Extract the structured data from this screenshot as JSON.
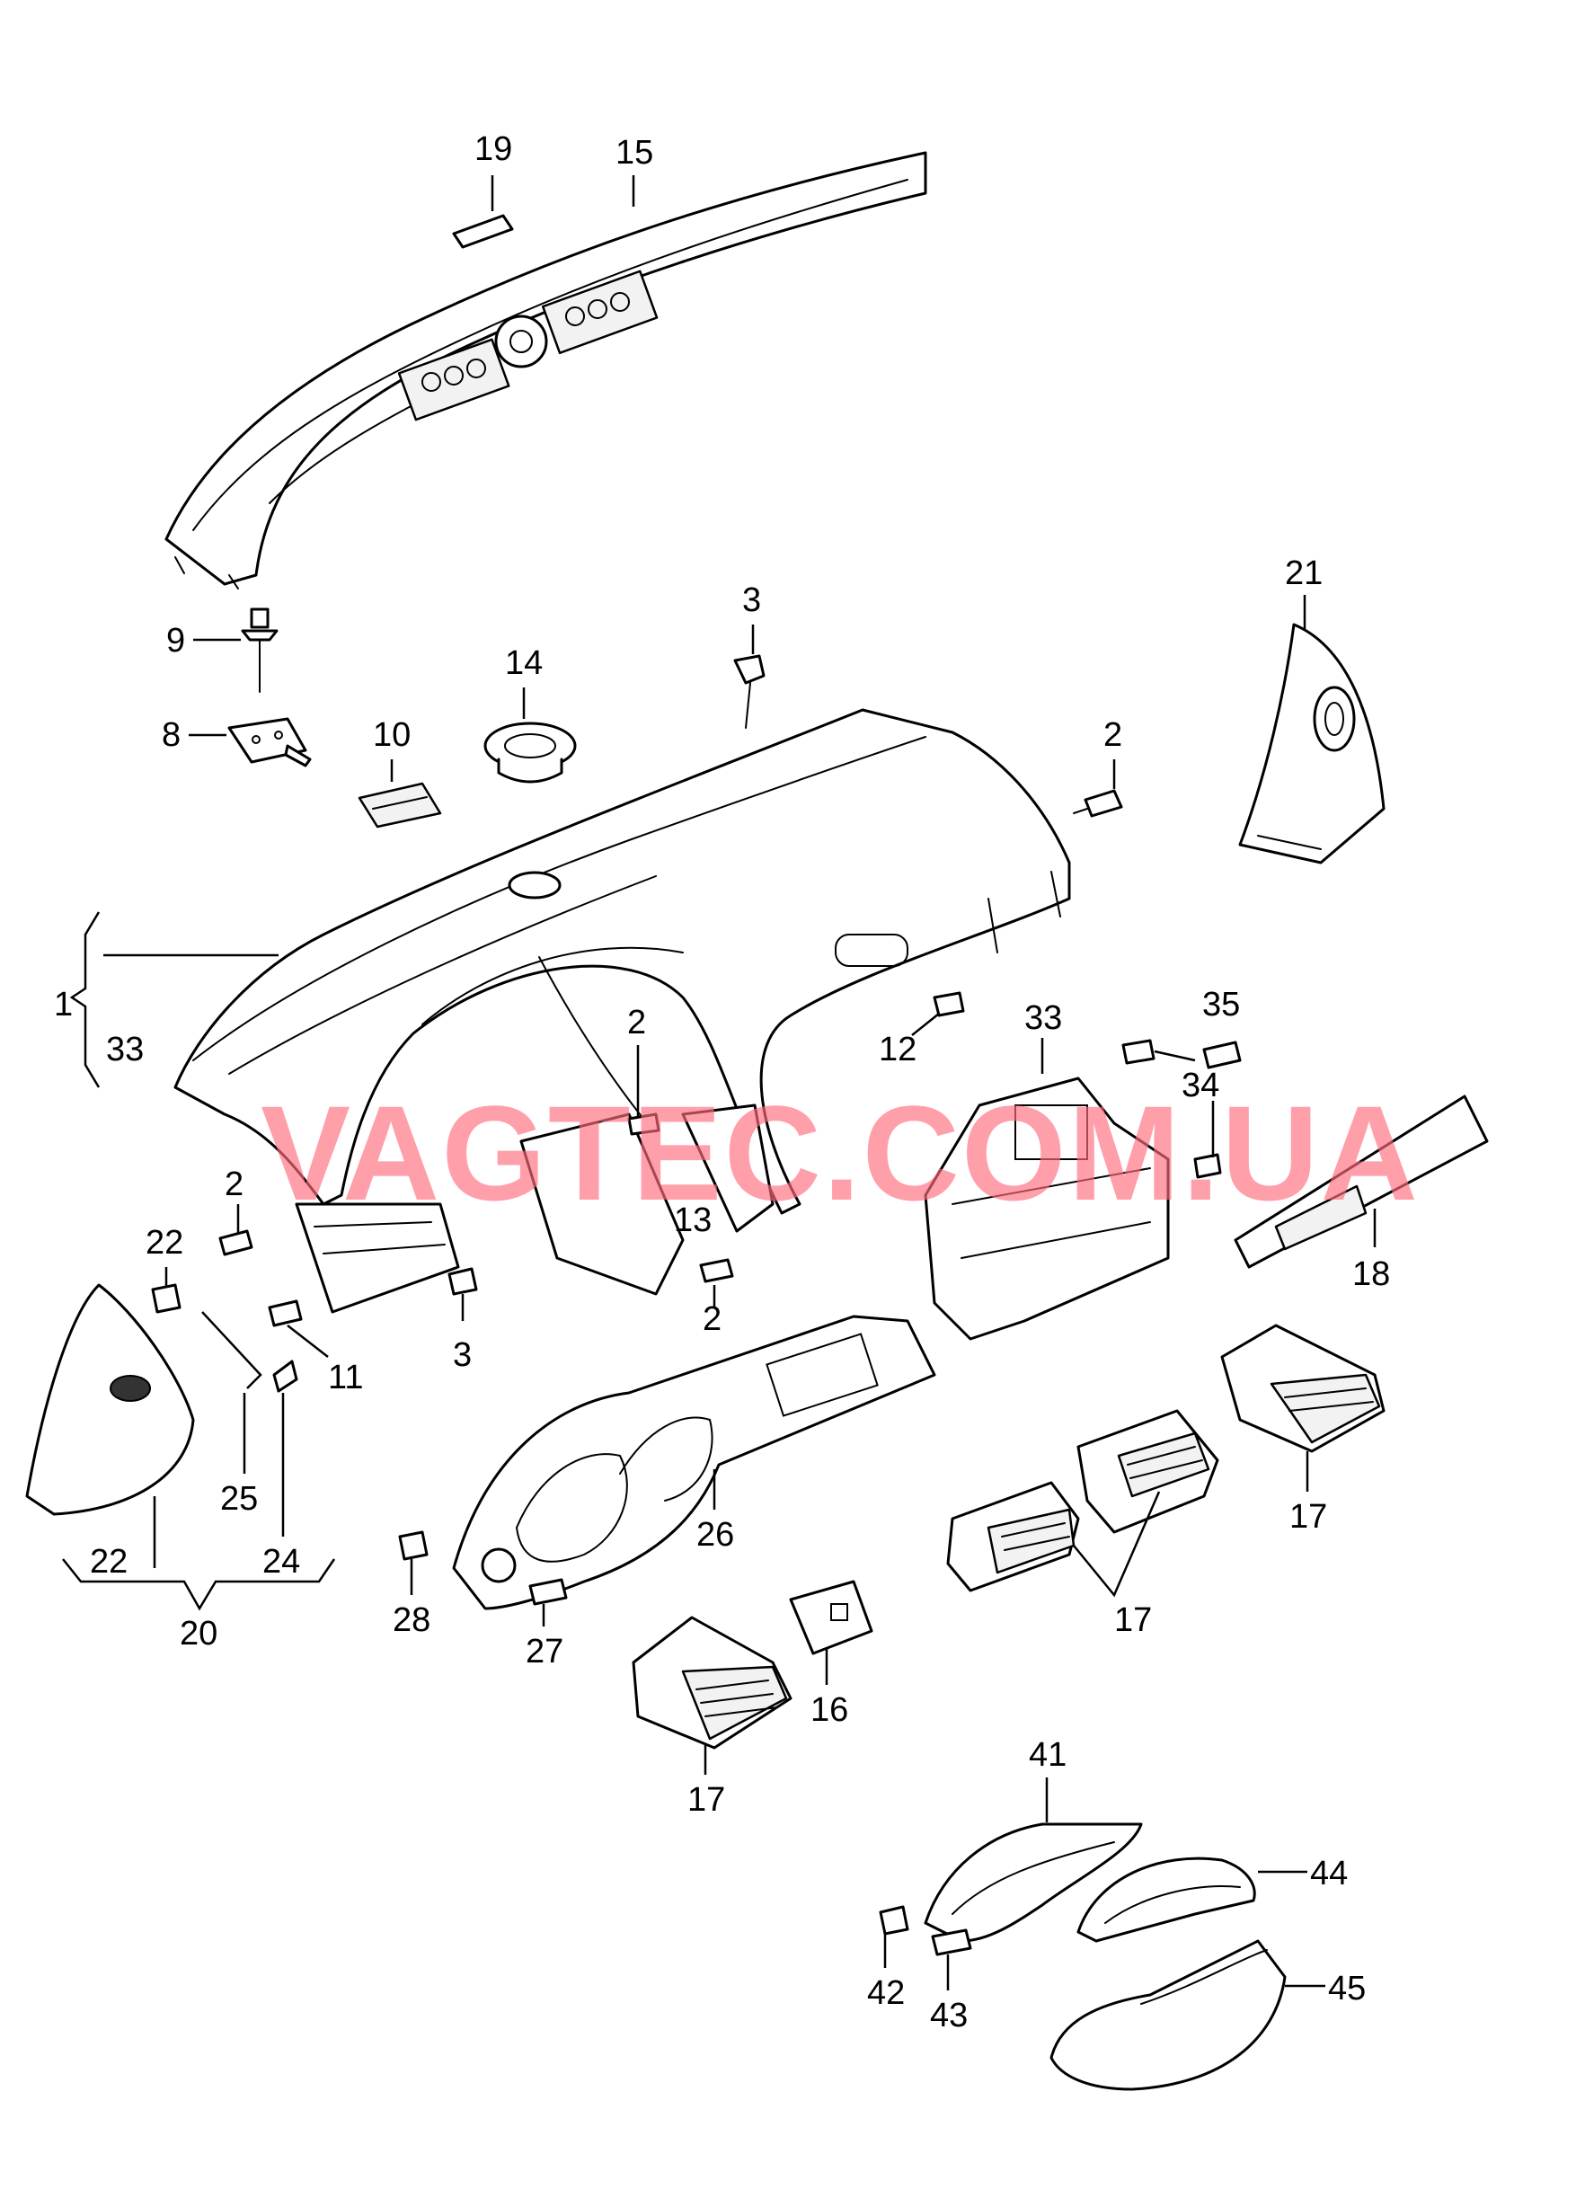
{
  "watermark": "VAGTEC.COM.UA",
  "watermark_color": "#ff6b7d",
  "callouts": {
    "c19": "19",
    "c15": "15",
    "c9": "9",
    "c8": "8",
    "c10": "10",
    "c14": "14",
    "c3a": "3",
    "c3b": "3",
    "c2a": "2",
    "c2b": "2",
    "c2c": "2",
    "c2d": "2",
    "c21": "21",
    "c1": "1",
    "c33a": "33",
    "c33b": "33",
    "c12": "12",
    "c35": "35",
    "c34": "34",
    "c13": "13",
    "c22a": "22",
    "c22b": "22",
    "c11": "11",
    "c25": "25",
    "c24": "24",
    "c20": "20",
    "c18": "18",
    "c26": "26",
    "c17a": "17",
    "c17b": "17",
    "c17c": "17",
    "c28": "28",
    "c27": "27",
    "c16": "16",
    "c41": "41",
    "c44": "44",
    "c42": "42",
    "c43": "43",
    "c45": "45"
  }
}
